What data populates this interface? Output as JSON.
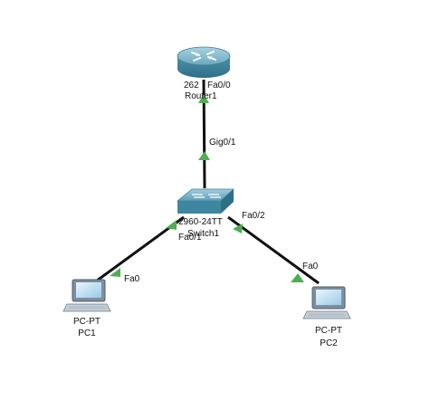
{
  "topology": {
    "link_color": "#111111",
    "link_up_indicator_color": "#4caf50",
    "devices": {
      "router": {
        "model_text": "262",
        "name_text": "Router1",
        "icon": "router-icon",
        "color": "#4a8fa8"
      },
      "switch": {
        "model_text": "2960-24TT",
        "name_text": "Switch1",
        "icon": "switch-icon",
        "color": "#3f8aa6"
      },
      "pc1": {
        "model_text": "PC-PT",
        "name_text": "PC1",
        "icon": "pc-icon"
      },
      "pc2": {
        "model_text": "PC-PT",
        "name_text": "PC2",
        "icon": "pc-icon"
      }
    },
    "port_labels": {
      "router_fa00": "Fa0/0",
      "switch_gig01": "Gig0/1",
      "switch_fa02": "Fa0/2",
      "switch_fa01": "Fa0/1",
      "pc1_fa0": "Fa0",
      "pc2_fa0": "Fa0"
    }
  }
}
